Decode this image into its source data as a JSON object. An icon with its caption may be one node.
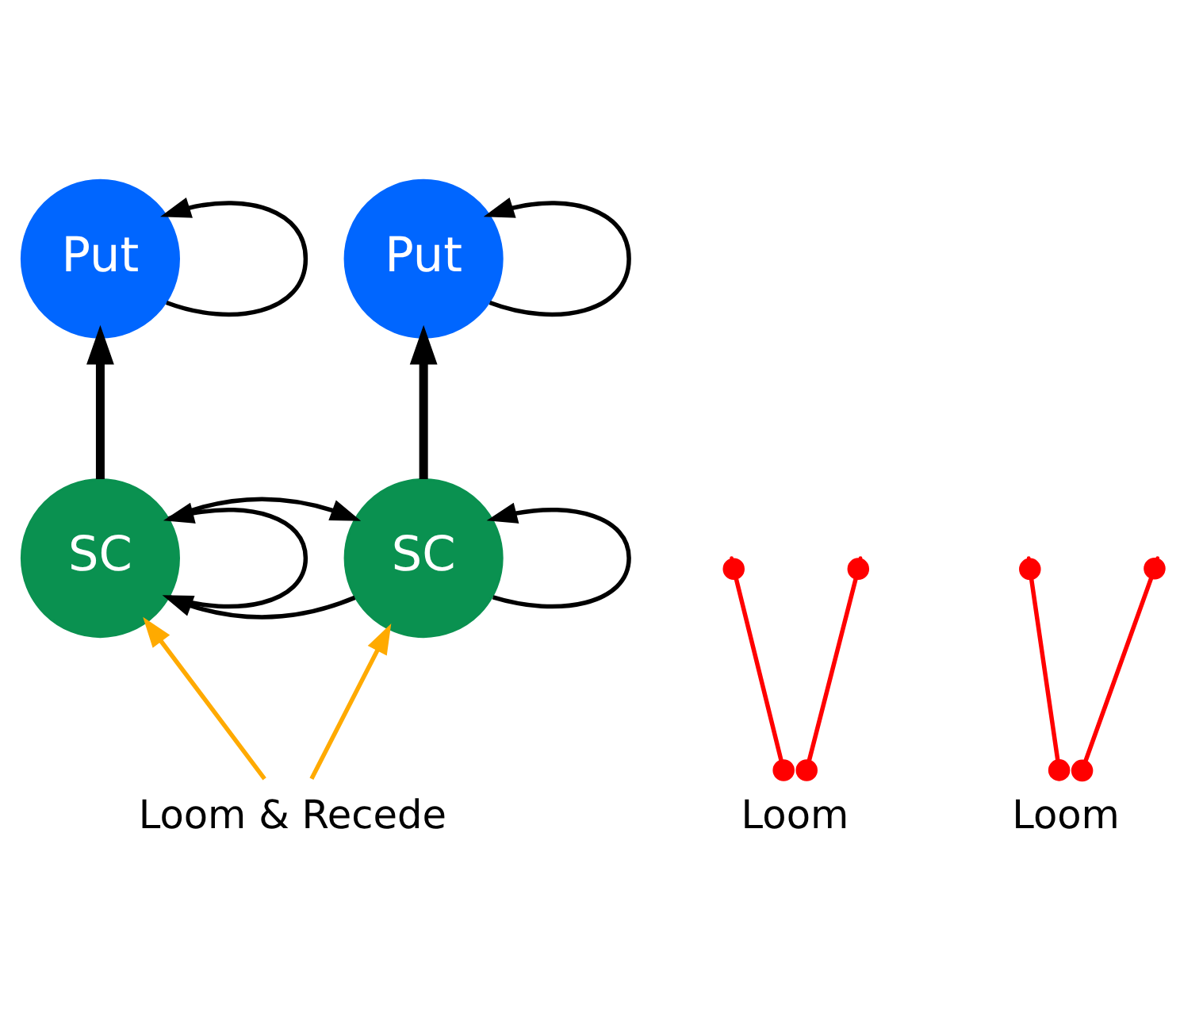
{
  "diagram": {
    "nodes": [
      {
        "text": [
          "Put"
        ]
      },
      {
        "text": [
          "Put"
        ]
      },
      {
        "text": [
          "Loom"
        ]
      },
      {
        "text": [
          "SC"
        ]
      },
      {
        "text": [
          "SC"
        ]
      },
      {
        "text": [
          "Loom"
        ]
      },
      {
        "text": [
          "Loom & Recede"
        ]
      }
    ],
    "edges": [
      {
        "from": 0,
        "to": 0,
        "arrow": "to"
      },
      {
        "from": 1,
        "to": 1,
        "arrow": "to"
      },
      {
        "from": 3,
        "to": 0,
        "arrow": "to",
        "style": "thick"
      },
      {
        "from": 4,
        "to": 1,
        "arrow": "to",
        "style": "thick"
      },
      {
        "from": 2,
        "to": null,
        "arrow": "other",
        "color": "#ff0000"
      },
      {
        "from": 2,
        "to": null,
        "arrow": "other",
        "color": "#ff0000"
      },
      {
        "from": 5,
        "to": null,
        "arrow": "other",
        "color": "#ff0000"
      },
      {
        "from": 5,
        "to": null,
        "arrow": "other",
        "color": "#ff0000"
      },
      {
        "from": 3,
        "to": 3,
        "arrow": "to"
      },
      {
        "from": 3,
        "to": 4,
        "arrow": "to"
      },
      {
        "from": 4,
        "to": 3,
        "arrow": "to"
      },
      {
        "from": 4,
        "to": 4,
        "arrow": "to"
      },
      {
        "from": 6,
        "to": 3,
        "arrow": "to",
        "color": "#ffaa00"
      },
      {
        "from": 6,
        "to": 4,
        "arrow": "to",
        "color": "#ffaa00"
      }
    ]
  }
}
